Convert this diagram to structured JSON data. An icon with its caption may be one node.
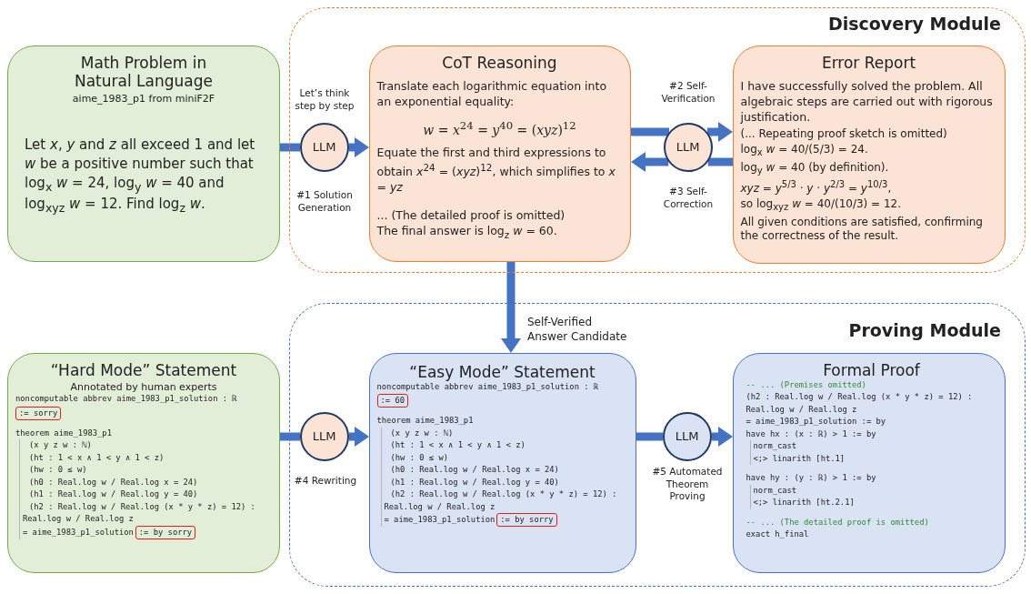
{
  "diagram": {
    "nodes": [
      {
        "text": [
          "Discovery Module"
        ]
      },
      {
        "text": [
          "Math Problem in Natural Language",
          "aime_1983_p1 from miniF2F",
          "Let *x*, *y* and *z* all exceed 1 and let *w* be a positive number such that log$_{x}$ *w* = 24, log$_{y}$ *w* = 40 and log$_{xyz}$ *w* = 12. Find log$_{z}$ *w*."
        ]
      },
      {
        "text": [
          "LLM"
        ],
        "in": 0,
        "beside": [
          "Let’s think step by step",
          "#1 Solution Generation"
        ]
      },
      {
        "text": [
          "CoT Reasoning",
          "Translate each logarithmic equation into an exponential equality:",
          "*w* = *x*$^{24}$ = *y*$^{40}$ = (*xyz*)$^{12}$",
          "Equate the first and third expressions to obtain *x*$^{24}$ = (*xyz*)$^{12}$, which simplifies to *x* = *yz*",
          "... (The detailed proof is omitted)",
          "The final answer is log$_{z}$ *w* = 60."
        ],
        "in": 0
      },
      {
        "text": [
          "LLM"
        ],
        "in": 0,
        "beside": [
          "#2 Self-Verification",
          "#3 Self-Correction"
        ]
      },
      {
        "text": [
          "Error Report",
          "I have successfully solved the problem. All algebraic steps are carried out with rigorous justification.",
          "(... Repeating proof sketch is omitted)",
          "log$_{x}$ *w* = 40/(5/3) = 24.",
          "log$_{y}$ *w* = 40 (by definition).",
          "*xyz* = *y*$^{5/3}$ · *y* · *y*$^{2/3}$ = *y*$^{10/3}$,",
          "so log$_{xyz}$ *w* = 40/(10/3) = 12.",
          "All given conditions are satisfied, confirming the correctness of the result."
        ],
        "in": 0
      },
      {
        "text": [
          "Proving Module"
        ]
      },
      {
        "text": [
          "“Hard Mode” Statement",
          "Annotated by human experts",
          "noncomputable abbrev aime_1983_p1_solution : ℝ",
          "theorem aime_1983_p1",
          "(x y z w : ℕ)",
          "(ht : 1 < x ∧ 1 < y ∧ 1 < z)",
          "(hw : 0 ≤ w)",
          "(h0 : Real.log w / Real.log x = 24)",
          "(h1 : Real.log w / Real.log y = 40)",
          "(h2 : Real.log w / Real.log (x * y * z) = 12) :",
          "Real.log w / Real.log z",
          "= aime_1983_p1_solution"
        ]
      },
      {
        "text": [
          ":= sorry"
        ],
        "in": 7
      },
      {
        "text": [
          ":= by sorry"
        ],
        "in": 7
      },
      {
        "text": [
          "LLM"
        ],
        "in": 6,
        "beside": [
          "#4 Rewriting"
        ]
      },
      {
        "text": [
          "“Easy Mode” Statement",
          "noncomputable abbrev aime_1983_p1_solution : ℝ",
          "theorem aime_1983_p1",
          "(x y z w : ℕ)",
          "(ht : 1 < x ∧ 1 < y ∧ 1 < z)",
          "(hw : 0 ≤ w)",
          "(h0 : Real.log w / Real.log x = 24)",
          "(h1 : Real.log w / Real.log y = 40)",
          "(h2 : Real.log w / Real.log (x * y * z) = 12) :",
          "Real.log w / Real.log z",
          "= aime_1983_p1_solution"
        ],
        "in": 6
      },
      {
        "text": [
          ":= 60"
        ],
        "in": 11
      },
      {
        "text": [
          ":= by sorry"
        ],
        "in": 11
      },
      {
        "text": [
          "LLM"
        ],
        "in": 6,
        "beside": [
          "#5 Automated Theorem Proving"
        ]
      },
      {
        "text": [
          "Formal Proof",
          "-- ... (Premises omitted)",
          "(h2 : Real.log w / Real.log (x * y * z) = 12) :",
          "Real.log w / Real.log z",
          "= aime_1983_p1_solution := by",
          "have hx : (x : ℝ) > 1 := by",
          "norm_cast",
          "<;> linarith [ht.1]",
          "have hy : (y : ℝ) > 1 := by",
          "norm_cast",
          "<;> linarith [ht.2.1]",
          "-- ... (The detailed proof is omitted)",
          "exact h_final"
        ],
        "in": 6
      }
    ],
    "edges": [
      {
        "from": 1,
        "to": 2,
        "arrow": "none"
      },
      {
        "from": 2,
        "to": 3,
        "arrow": "to"
      },
      {
        "from": 3,
        "to": 4,
        "arrow": "none"
      },
      {
        "from": 4,
        "to": 5,
        "arrow": "to"
      },
      {
        "from": 5,
        "to": 4,
        "arrow": "none"
      },
      {
        "from": 4,
        "to": 3,
        "arrow": "to"
      },
      {
        "from": 3,
        "to": 11,
        "arrow": "to",
        "label": "Self-Verified Answer Candidate"
      },
      {
        "from": 7,
        "to": 10,
        "arrow": "none"
      },
      {
        "from": 10,
        "to": 11,
        "arrow": "to"
      },
      {
        "from": 11,
        "to": 14,
        "arrow": "none"
      },
      {
        "from": 14,
        "to": 15,
        "arrow": "to"
      }
    ]
  }
}
